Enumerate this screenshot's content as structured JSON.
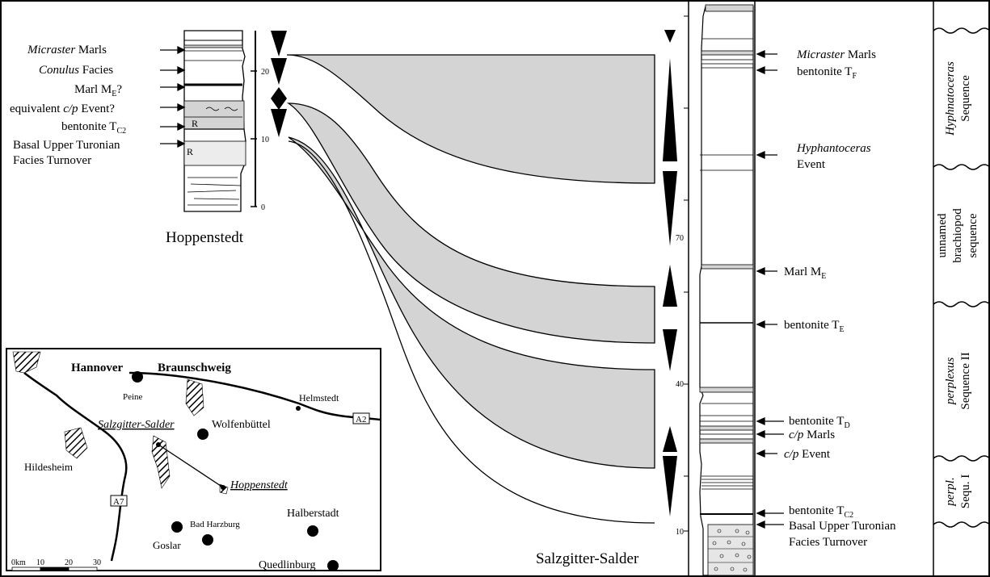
{
  "hoppenstedt": {
    "title": "Hoppenstedt",
    "scale_ticks": [
      "0",
      "10",
      "20"
    ],
    "column_marks": [
      "R",
      "R"
    ],
    "labels": [
      {
        "italic": "Micraster",
        "text": " Marls"
      },
      {
        "italic": "Conulus",
        "text": " Facies"
      },
      {
        "text": "Marl M",
        "sub": "E",
        "after": "?"
      },
      {
        "text": "equivalent ",
        "italic": "c/p",
        "after": " Event?"
      },
      {
        "text": "bentonite T",
        "sub": "C2"
      },
      {
        "text": "Basal Upper Turonian"
      },
      {
        "text": "Facies Turnover"
      }
    ]
  },
  "salzgitter": {
    "title": "Salzgitter-Salder",
    "scale_ticks": [
      "10",
      "40",
      "70"
    ],
    "labels": [
      {
        "italic": "Micraster",
        "text": " Marls"
      },
      {
        "text": "bentonite T",
        "sub": "F"
      },
      {
        "italic": "Hyphantoceras",
        "text": ""
      },
      {
        "text": "Event"
      },
      {
        "text": "Marl M",
        "sub": "E"
      },
      {
        "text": "bentonite T",
        "sub": "E"
      },
      {
        "text": "bentonite T",
        "sub": "D"
      },
      {
        "italic": "c/p",
        "text": " Marls"
      },
      {
        "italic": "c/p",
        "text": " Event"
      },
      {
        "text": "bentonite T",
        "sub": "C2"
      },
      {
        "text": "Basal Upper Turonian"
      },
      {
        "text": "Facies Turnover"
      }
    ]
  },
  "sequences": [
    {
      "italic": "Hyphnatoceras",
      "line2": "Sequence"
    },
    {
      "line1": "unnamed",
      "line2": "brachiopod",
      "line3": "sequence"
    },
    {
      "italic": "perplexus",
      "line2": "Sequence II"
    },
    {
      "italic": "perpl.",
      "line2": "Sequ. I"
    }
  ],
  "map": {
    "cities": [
      "Hannover",
      "Braunschweig",
      "Peine",
      "Helmstedt",
      "Wolfenbüttel",
      "Hildesheim",
      "Goslar",
      "Bad Harzburg",
      "Halberstadt",
      "Quedlinburg"
    ],
    "sites": [
      "Salzgitter-Salder",
      "Hoppenstedt"
    ],
    "roads": [
      "A2",
      "A7"
    ],
    "scale": [
      "0km",
      "10",
      "20",
      "30"
    ]
  },
  "colors": {
    "fill": "#d4d4d4",
    "ink": "#000000"
  }
}
